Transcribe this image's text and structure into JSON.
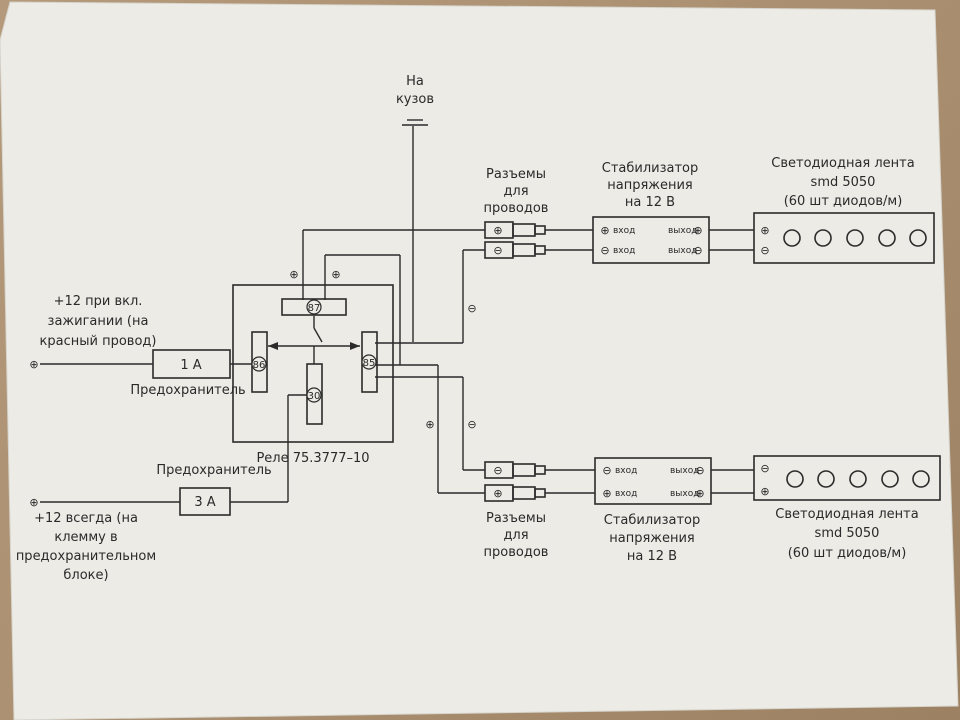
{
  "ground": [
    "На",
    "кузов"
  ],
  "connectors_top": [
    "Разъемы",
    "для",
    "проводов"
  ],
  "connectors_bottom": [
    "Разъемы",
    "для",
    "проводов"
  ],
  "stabilizer_top": [
    "Стабилизатор",
    "напряжения",
    "на 12 В"
  ],
  "stabilizer_bottom": [
    "Стабилизатор",
    "напряжения",
    "на 12 В"
  ],
  "led_top": [
    "Светодиодная лента",
    "smd 5050",
    "(60 шт диодов/м)"
  ],
  "led_bottom": [
    "Светодиодная лента",
    "smd 5050",
    "(60 шт диодов/м)"
  ],
  "ignition": [
    "+12 при вкл.",
    "зажигании (на",
    "красный провод)"
  ],
  "always": [
    "+12 всегда (на",
    "клемму в",
    "предохранительном",
    "блоке)"
  ],
  "fuse1": {
    "label": "1 A",
    "caption": "Предохранитель"
  },
  "fuse2": {
    "label": "3 A",
    "caption": "Предохранитель"
  },
  "relay": {
    "caption": "Реле 75.3777–10",
    "pins": [
      "87",
      "86",
      "85",
      "30"
    ]
  },
  "stab_terms": {
    "in_plus": "вход",
    "in_minus": "вход",
    "out_plus": "выход",
    "out_minus": "выход"
  },
  "symbols": {
    "plus": "⊕",
    "minus": "⊖"
  }
}
